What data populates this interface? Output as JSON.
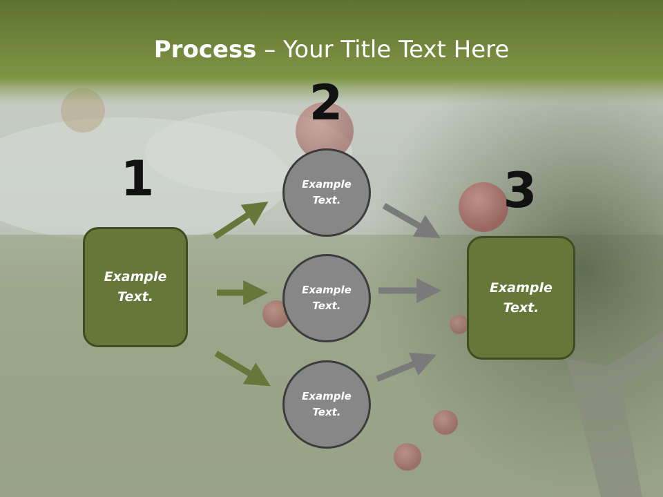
{
  "slide": {
    "title_bold": "Process",
    "title_rest": " – Your Title Text Here"
  },
  "steps": [
    {
      "number": "1"
    },
    {
      "number": "2"
    },
    {
      "number": "3"
    }
  ],
  "left_box": {
    "text": "Example Text."
  },
  "circles": [
    {
      "text": "Example Text."
    },
    {
      "text": "Example Text."
    },
    {
      "text": "Example Text."
    }
  ],
  "right_box": {
    "text": "Example Text."
  },
  "colors": {
    "header_band": "#7a8f3e",
    "box_fill": "#66773a",
    "box_border": "#3f4d22",
    "circle_fill": "#878787",
    "left_arrows": "#66773a",
    "right_arrows": "#7a7a7a"
  }
}
